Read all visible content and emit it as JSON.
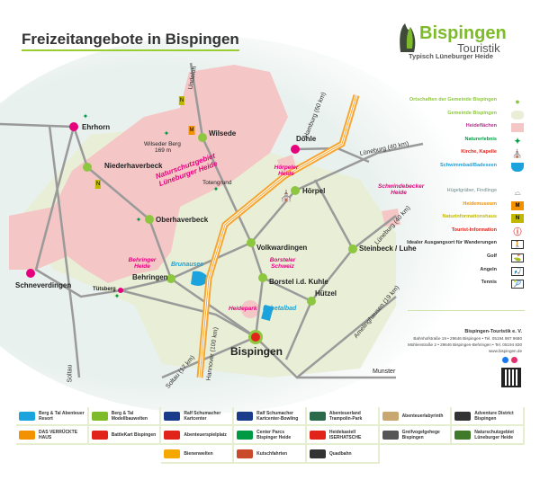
{
  "title": "Freizeitangebote in Bispingen",
  "logo": {
    "brand": "Bispingen",
    "sub": "Touristik",
    "tagline": "Typisch Lüneburger Heide"
  },
  "colors": {
    "village": "#8dc63f",
    "heath": "#f4c6c6",
    "municipality": "#e8efd6",
    "autobahn": "#f7a531",
    "road": "#9a9a9a",
    "pink_place": "#e6007e",
    "accent": "#9acd32"
  },
  "places": {
    "wilsede": "Wilsede",
    "niederhaverbeck": "Niederhaverbeck",
    "oberhaverbeck": "Oberhaverbeck",
    "hoerpel": "Hörpel",
    "volkwardingen": "Volkwardingen",
    "borstel": "Borstel i.d. Kuhle",
    "huetzel": "Hützel",
    "steinbeck": "Steinbeck / Luhe",
    "behringen": "Behringen",
    "bispingen": "Bispingen",
    "ehrhorn": "Ehrhorn",
    "doehle": "Döhle",
    "schneverdingen": "Schneverdingen",
    "tuetsberg": "Tütsberg",
    "wilseder_berg": "Wilseder Berg",
    "wilseder_berg_height": "169 m",
    "totengrund": "Totengrund",
    "munster": "Munster"
  },
  "heath_areas": {
    "nsg": "Naturschutzgebiet Lüneburger Heide",
    "hoerpeler": "Hörpeler Heide",
    "schwindebecker": "Schwindebecker Heide",
    "behringer": "Behringer Heide",
    "borsteler": "Borsteler Schweiz",
    "heidepark": "Heidepark"
  },
  "waters": {
    "brunausee": "Brunausee",
    "luhetalbad": "Luhetalbad"
  },
  "roads": {
    "hamburg": "Hamburg (60 km)",
    "lueneburg1": "Lüneburg (40 km)",
    "lueneburg2": "Lüneburg (40 km)",
    "amelinghausen": "Amelinghausen (19 km)",
    "hannover": "Hannover (100 km)",
    "soltau1": "Soltau (17 km)",
    "soltau2": "Soltau",
    "undeloh": "Undeloh"
  },
  "legend": [
    {
      "label": "Ortschaften der Gemeinde Bispingen",
      "color": "#8dc63f",
      "icon": "green-dot-icon"
    },
    {
      "label": "Gemeinde Bispingen",
      "color": "#8dc63f",
      "icon": "area-icon"
    },
    {
      "label": "Heideflächen",
      "color": "#b0308c",
      "icon": "heath-icon"
    },
    {
      "label": "Naturerlebnis",
      "color": "#009a44",
      "icon": "nature-star-icon"
    },
    {
      "label": "Kirche, Kapelle",
      "color": "#e2231a",
      "icon": "church-icon"
    },
    {
      "label": "Schwimmbad/Badeseen",
      "color": "#1aa3dc",
      "icon": "swim-icon"
    },
    {
      "label": "Hügelgräber, Findlinge",
      "color": "#6d8a8a",
      "icon": "barrow-icon"
    },
    {
      "label": "Heidemuseum",
      "color": "#f39200",
      "icon": "museum-icon"
    },
    {
      "label": "Naturinformationshaus",
      "color": "#c0b800",
      "icon": "nature-house-icon"
    },
    {
      "label": "Tourist-Information",
      "color": "#e2231a",
      "icon": "info-icon"
    },
    {
      "label": "Idealer Ausgangsort für Wanderungen",
      "color": "#333333",
      "icon": "hiking-icon"
    },
    {
      "label": "Golf",
      "color": "#333333",
      "icon": "golf-icon"
    },
    {
      "label": "Angeln",
      "color": "#333333",
      "icon": "fishing-icon"
    },
    {
      "label": "Tennis",
      "color": "#333333",
      "icon": "tennis-icon"
    }
  ],
  "address": {
    "org": "Bispingen-Touristik e. V.",
    "line1": "Bahnhofstraße 19 • 29646 Bispingen • Tel. 05194 987 9680",
    "line2": "Mühlenstraße 2 • 29646 Bispingen-Behringen • Tel. 05194 830",
    "web": "www.bispingen.de"
  },
  "attractions": [
    "Berg & Tal Abenteuer Resort",
    "Berg & Tal Modellbauwelten",
    "Ralf Schumacher Kartcenter",
    "Ralf Schumacher Kartcenter-Bowling",
    "Abenteuerland Trampolin-Park",
    "Abenteuerlabyrinth",
    "Adventure District Bispingen",
    "DAS VERRÜCKTE HAUS",
    "BattleKart Bispingen",
    "Abenteuerspielplatz",
    "Center Parcs Bispinger Heide",
    "Heidekastell ISERHATSCHE",
    "Greifvogelgehege Bispingen",
    "Naturschutzgebiet Lüneburger Heide",
    "",
    "",
    "Bienenwelten",
    "Kutschfahrten",
    "Quadbahn",
    "",
    ""
  ]
}
